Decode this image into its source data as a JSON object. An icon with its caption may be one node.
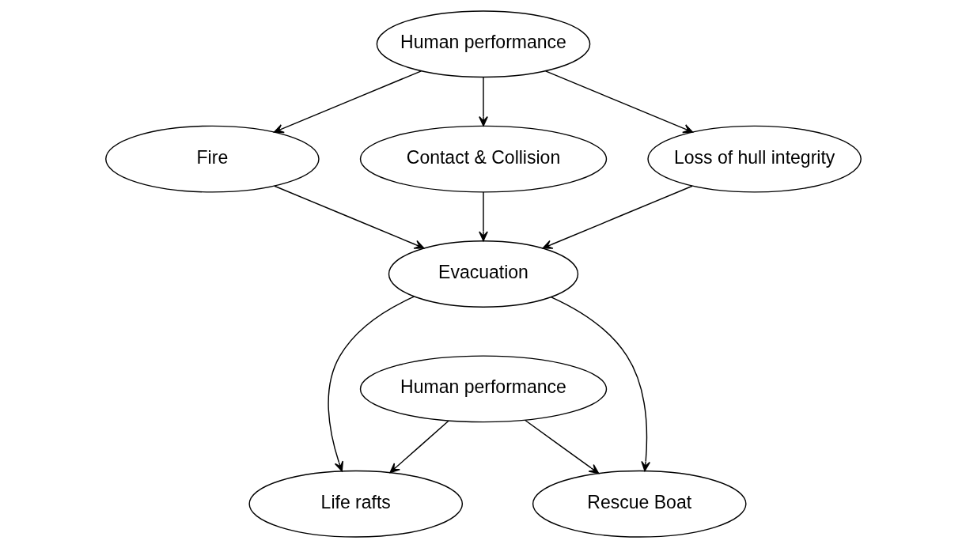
{
  "diagram": {
    "nodes": [
      {
        "text": [
          "Human performance"
        ]
      },
      {
        "text": [
          "Fire"
        ]
      },
      {
        "text": [
          "Contact & Collision"
        ]
      },
      {
        "text": [
          "Loss of hull integrity"
        ]
      },
      {
        "text": [
          "Evacuation"
        ]
      },
      {
        "text": [
          "Human performance"
        ]
      },
      {
        "text": [
          "Life rafts"
        ]
      },
      {
        "text": [
          "Rescue Boat"
        ]
      }
    ],
    "edges": [
      {
        "from": 0,
        "to": 1,
        "arrow": "to"
      },
      {
        "from": 0,
        "to": 2,
        "arrow": "to"
      },
      {
        "from": 0,
        "to": 3,
        "arrow": "to"
      },
      {
        "from": 1,
        "to": 4,
        "arrow": "to"
      },
      {
        "from": 2,
        "to": 4,
        "arrow": "to"
      },
      {
        "from": 3,
        "to": 4,
        "arrow": "to"
      },
      {
        "from": 4,
        "to": 6,
        "arrow": "to"
      },
      {
        "from": 4,
        "to": 7,
        "arrow": "to"
      },
      {
        "from": 5,
        "to": 6,
        "arrow": "to"
      },
      {
        "from": 5,
        "to": 7,
        "arrow": "to"
      }
    ]
  }
}
